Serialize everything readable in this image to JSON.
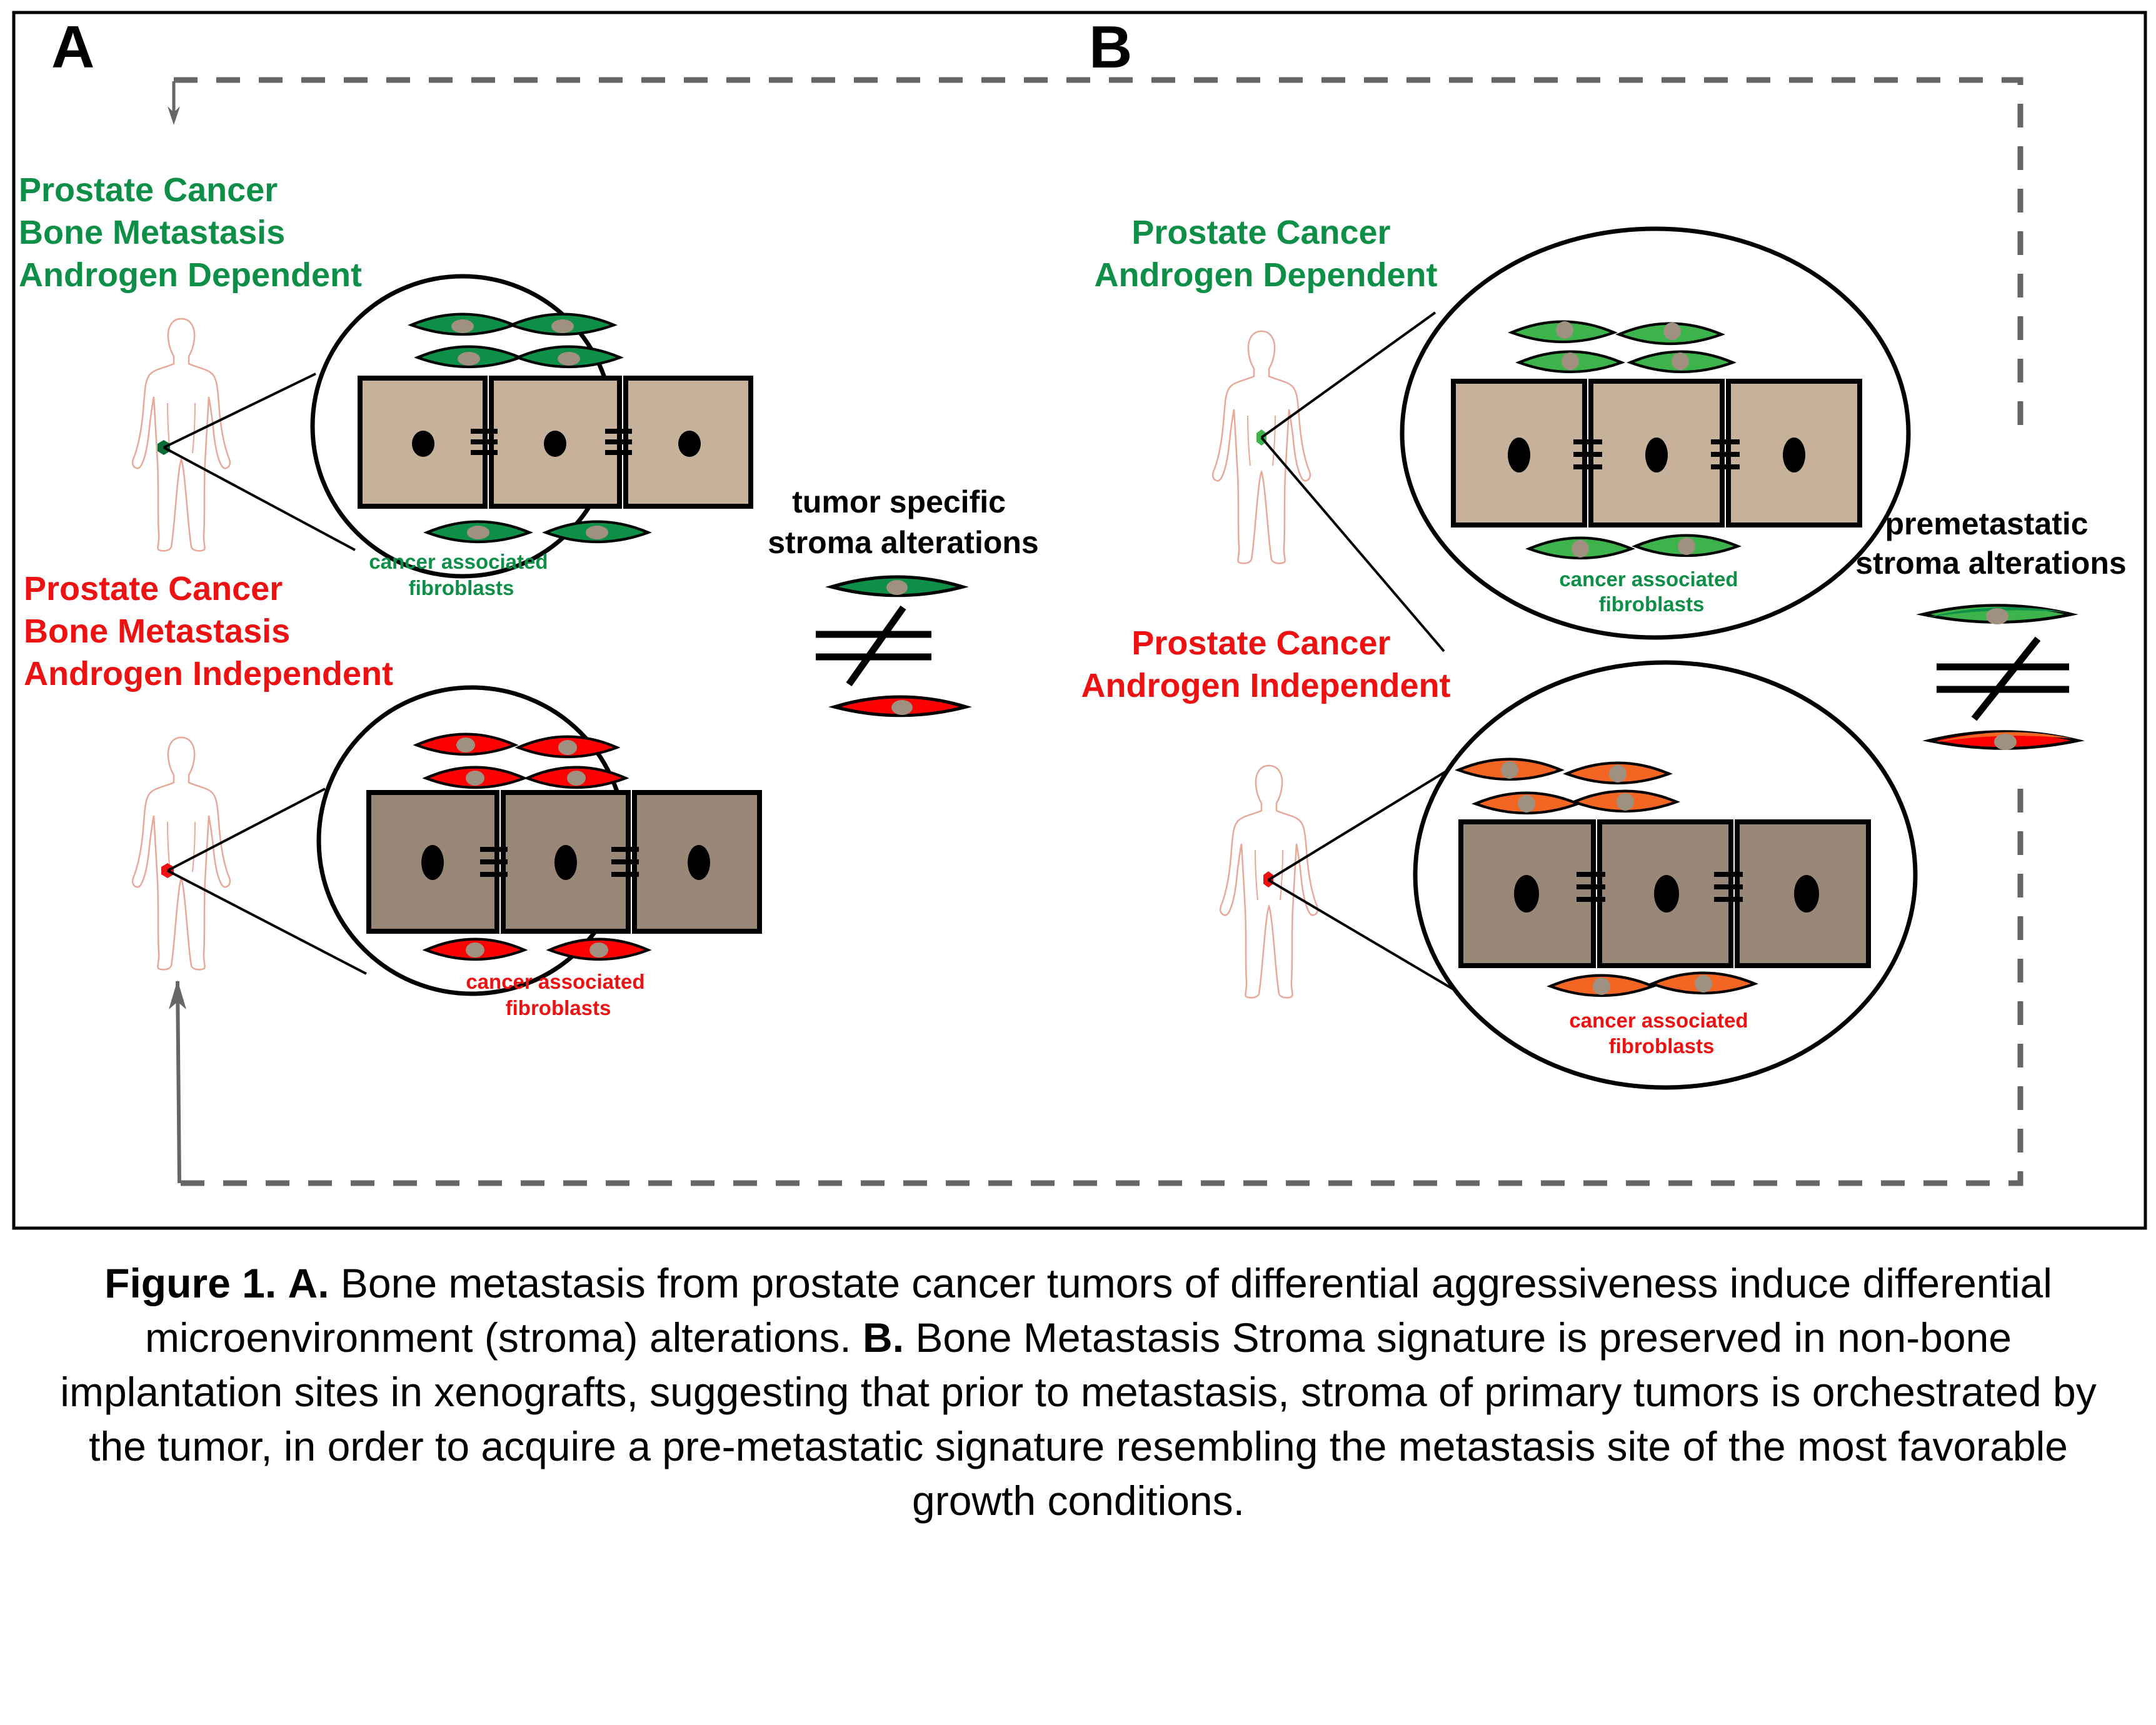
{
  "figure": {
    "panel_a": {
      "letter": "A",
      "top_label": [
        "Prostate Cancer",
        "Bone Metastasis",
        "Androgen Dependent"
      ],
      "bottom_label": [
        "Prostate Cancer",
        "Bone Metastasis",
        "Androgen Independent"
      ],
      "caf_label_top": [
        "cancer associated",
        "fibroblasts"
      ],
      "caf_label_bottom": [
        "cancer associated",
        "fibroblasts"
      ],
      "comparison_label": [
        "tumor specific",
        "stroma alterations"
      ]
    },
    "panel_b": {
      "letter": "B",
      "top_label": [
        "Prostate Cancer",
        "Androgen Dependent"
      ],
      "bottom_label": [
        "Prostate Cancer",
        "Androgen Independent"
      ],
      "caf_label_top": [
        "cancer associated",
        "fibroblasts"
      ],
      "caf_label_bottom": [
        "cancer associated",
        "fibroblasts"
      ],
      "comparison_label": [
        "premetastatic",
        "stroma alterations"
      ]
    },
    "colors": {
      "dependent_green": "#0e8f47",
      "dependent_light_green": "#3cb44b",
      "independent_red": "#ff0000",
      "independent_orange": "#f26522",
      "epithelium_light": "#c6b29a",
      "epithelium_dark": "#998877",
      "nucleus_grey": "#a09080",
      "arrow_grey": "#666666",
      "body_outline": "#e8a898"
    },
    "icons": [
      "human-body-outline-icon",
      "fibroblast-cell-icon",
      "epithelial-cell-icon",
      "not-equal-icon",
      "arrow-icon"
    ]
  },
  "caption": {
    "figure_label": "Figure 1.",
    "a_label": "A.",
    "a_text": "Bone metastasis from prostate cancer tumors of differential aggressiveness induce differential microenvironment (stroma) alterations.",
    "b_label": "B.",
    "b_text": "Bone Metastasis Stroma signature is preserved in non-bone implantation sites in xenografts, suggesting that prior to metastasis, stroma of primary tumors is orchestrated by the tumor, in order to acquire a pre-metastatic signature resembling the metastasis site of the most favorable growth conditions."
  }
}
